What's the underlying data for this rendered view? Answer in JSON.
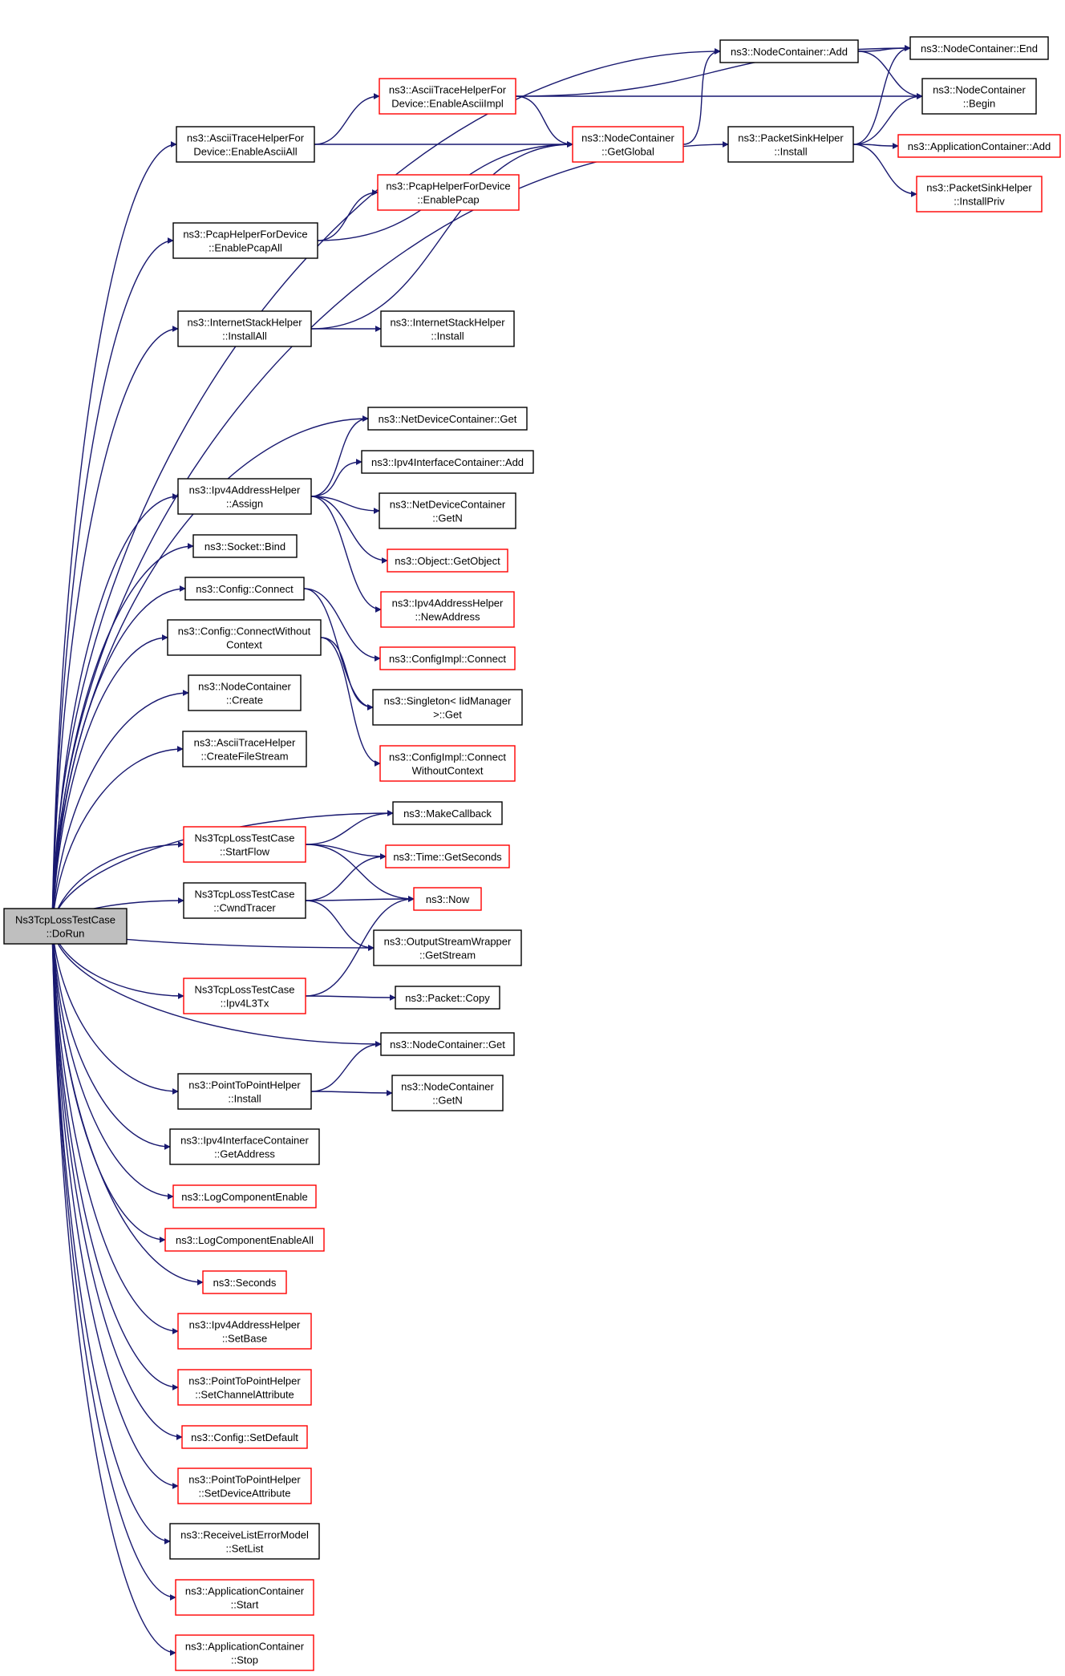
{
  "colors": {
    "edge": "#191970",
    "normal_border": "#000000",
    "red_border": "#ff0000",
    "root_fill": "#bfbfbf",
    "node_fill": "#ffffff"
  },
  "nodes": {
    "root": {
      "lines": [
        "Ns3TcpLossTestCase",
        "::DoRun"
      ],
      "style": "root"
    },
    "a_ascii_all": {
      "lines": [
        "ns3::AsciiTraceHelperFor",
        "Device::EnableAsciiAll"
      ],
      "style": "normal"
    },
    "a_pcap_all": {
      "lines": [
        "ns3::PcapHelperForDevice",
        "::EnablePcapAll"
      ],
      "style": "normal"
    },
    "a_inet_installall": {
      "lines": [
        "ns3::InternetStackHelper",
        "::InstallAll"
      ],
      "style": "normal"
    },
    "a_ipv4_assign": {
      "lines": [
        "ns3::Ipv4AddressHelper",
        "::Assign"
      ],
      "style": "normal"
    },
    "a_socket_bind": {
      "lines": [
        "ns3::Socket::Bind"
      ],
      "style": "normal"
    },
    "a_config_connect": {
      "lines": [
        "ns3::Config::Connect"
      ],
      "style": "normal"
    },
    "a_config_cwc": {
      "lines": [
        "ns3::Config::ConnectWithout",
        "Context"
      ],
      "style": "normal"
    },
    "a_nc_create": {
      "lines": [
        "ns3::NodeContainer",
        "::Create"
      ],
      "style": "normal"
    },
    "a_ascii_cfs": {
      "lines": [
        "ns3::AsciiTraceHelper",
        "::CreateFileStream"
      ],
      "style": "normal"
    },
    "a_startflow": {
      "lines": [
        "Ns3TcpLossTestCase",
        "::StartFlow"
      ],
      "style": "red"
    },
    "a_cwnd": {
      "lines": [
        "Ns3TcpLossTestCase",
        "::CwndTracer"
      ],
      "style": "normal"
    },
    "a_ipv4l3tx": {
      "lines": [
        "Ns3TcpLossTestCase",
        "::Ipv4L3Tx"
      ],
      "style": "red"
    },
    "a_p2p_install": {
      "lines": [
        "ns3::PointToPointHelper",
        "::Install"
      ],
      "style": "normal"
    },
    "a_ipv4ic_getaddr": {
      "lines": [
        "ns3::Ipv4InterfaceContainer",
        "::GetAddress"
      ],
      "style": "normal"
    },
    "a_logce": {
      "lines": [
        "ns3::LogComponentEnable"
      ],
      "style": "red"
    },
    "a_logcea": {
      "lines": [
        "ns3::LogComponentEnableAll"
      ],
      "style": "red"
    },
    "a_seconds": {
      "lines": [
        "ns3::Seconds"
      ],
      "style": "red"
    },
    "a_ipv4_setbase": {
      "lines": [
        "ns3::Ipv4AddressHelper",
        "::SetBase"
      ],
      "style": "red"
    },
    "a_p2p_setchan": {
      "lines": [
        "ns3::PointToPointHelper",
        "::SetChannelAttribute"
      ],
      "style": "red"
    },
    "a_config_setdef": {
      "lines": [
        "ns3::Config::SetDefault"
      ],
      "style": "red"
    },
    "a_p2p_setdev": {
      "lines": [
        "ns3::PointToPointHelper",
        "::SetDeviceAttribute"
      ],
      "style": "red"
    },
    "a_rlem_setlist": {
      "lines": [
        "ns3::ReceiveListErrorModel",
        "::SetList"
      ],
      "style": "normal"
    },
    "a_app_start": {
      "lines": [
        "ns3::ApplicationContainer",
        "::Start"
      ],
      "style": "red"
    },
    "a_app_stop": {
      "lines": [
        "ns3::ApplicationContainer",
        "::Stop"
      ],
      "style": "red"
    },
    "b_ascii_impl": {
      "lines": [
        "ns3::AsciiTraceHelperFor",
        "Device::EnableAsciiImpl"
      ],
      "style": "red"
    },
    "b_pcap_enable": {
      "lines": [
        "ns3::PcapHelperForDevice",
        "::EnablePcap"
      ],
      "style": "red"
    },
    "b_inet_install": {
      "lines": [
        "ns3::InternetStackHelper",
        "::Install"
      ],
      "style": "normal"
    },
    "b_ndc_get": {
      "lines": [
        "ns3::NetDeviceContainer::Get"
      ],
      "style": "normal"
    },
    "b_ipv4ic_add": {
      "lines": [
        "ns3::Ipv4InterfaceContainer::Add"
      ],
      "style": "normal"
    },
    "b_ndc_getn": {
      "lines": [
        "ns3::NetDeviceContainer",
        "::GetN"
      ],
      "style": "normal"
    },
    "b_getobject": {
      "lines": [
        "ns3::Object::GetObject"
      ],
      "style": "red"
    },
    "b_newaddr": {
      "lines": [
        "ns3::Ipv4AddressHelper",
        "::NewAddress"
      ],
      "style": "red"
    },
    "b_cfgimpl_connect": {
      "lines": [
        "ns3::ConfigImpl::Connect"
      ],
      "style": "red"
    },
    "b_singleton": {
      "lines": [
        "ns3::Singleton< IidManager",
        " >::Get"
      ],
      "style": "normal"
    },
    "b_cfgimpl_cwc": {
      "lines": [
        "ns3::ConfigImpl::Connect",
        "WithoutContext"
      ],
      "style": "red"
    },
    "b_makecb": {
      "lines": [
        "ns3::MakeCallback"
      ],
      "style": "normal"
    },
    "b_time_gs": {
      "lines": [
        "ns3::Time::GetSeconds"
      ],
      "style": "red"
    },
    "b_now": {
      "lines": [
        "ns3::Now"
      ],
      "style": "red"
    },
    "b_osw_gs": {
      "lines": [
        "ns3::OutputStreamWrapper",
        "::GetStream"
      ],
      "style": "normal"
    },
    "b_packet_copy": {
      "lines": [
        "ns3::Packet::Copy"
      ],
      "style": "normal"
    },
    "b_nc_get": {
      "lines": [
        "ns3::NodeContainer::Get"
      ],
      "style": "normal"
    },
    "b_nc_getn": {
      "lines": [
        "ns3::NodeContainer",
        "::GetN"
      ],
      "style": "normal"
    },
    "c_nc_getglobal": {
      "lines": [
        "ns3::NodeContainer",
        "::GetGlobal"
      ],
      "style": "red"
    },
    "c_nc_add": {
      "lines": [
        "ns3::NodeContainer::Add"
      ],
      "style": "normal"
    },
    "c_psh_install": {
      "lines": [
        "ns3::PacketSinkHelper",
        "::Install"
      ],
      "style": "normal"
    },
    "d_nc_end": {
      "lines": [
        "ns3::NodeContainer::End"
      ],
      "style": "normal"
    },
    "d_nc_begin": {
      "lines": [
        "ns3::NodeContainer",
        "::Begin"
      ],
      "style": "normal"
    },
    "d_app_add": {
      "lines": [
        "ns3::ApplicationContainer::Add"
      ],
      "style": "red"
    },
    "d_psh_installpriv": {
      "lines": [
        "ns3::PacketSinkHelper",
        "::InstallPriv"
      ],
      "style": "red"
    }
  },
  "edges": [
    [
      "root",
      "a_ascii_all"
    ],
    [
      "root",
      "a_pcap_all"
    ],
    [
      "root",
      "a_inet_installall"
    ],
    [
      "root",
      "a_ipv4_assign"
    ],
    [
      "root",
      "a_socket_bind"
    ],
    [
      "root",
      "a_config_connect"
    ],
    [
      "root",
      "a_config_cwc"
    ],
    [
      "root",
      "a_nc_create"
    ],
    [
      "root",
      "a_ascii_cfs"
    ],
    [
      "root",
      "a_startflow"
    ],
    [
      "root",
      "a_cwnd"
    ],
    [
      "root",
      "a_ipv4l3tx"
    ],
    [
      "root",
      "a_p2p_install"
    ],
    [
      "root",
      "a_ipv4ic_getaddr"
    ],
    [
      "root",
      "a_logce"
    ],
    [
      "root",
      "a_logcea"
    ],
    [
      "root",
      "a_seconds"
    ],
    [
      "root",
      "a_ipv4_setbase"
    ],
    [
      "root",
      "a_p2p_setchan"
    ],
    [
      "root",
      "a_config_setdef"
    ],
    [
      "root",
      "a_p2p_setdev"
    ],
    [
      "root",
      "a_rlem_setlist"
    ],
    [
      "root",
      "a_app_start"
    ],
    [
      "root",
      "a_app_stop"
    ],
    [
      "root",
      "c_nc_add"
    ],
    [
      "root",
      "c_psh_install"
    ],
    [
      "root",
      "b_ndc_get"
    ],
    [
      "root",
      "b_makecb"
    ],
    [
      "root",
      "b_osw_gs"
    ],
    [
      "root",
      "b_nc_get"
    ],
    [
      "a_ascii_all",
      "b_ascii_impl"
    ],
    [
      "a_ascii_all",
      "c_nc_getglobal"
    ],
    [
      "a_pcap_all",
      "b_pcap_enable"
    ],
    [
      "a_pcap_all",
      "c_nc_getglobal"
    ],
    [
      "a_inet_installall",
      "c_nc_getglobal"
    ],
    [
      "a_inet_installall",
      "b_inet_install"
    ],
    [
      "a_ipv4_assign",
      "b_ndc_get"
    ],
    [
      "a_ipv4_assign",
      "b_ipv4ic_add"
    ],
    [
      "a_ipv4_assign",
      "b_ndc_getn"
    ],
    [
      "a_ipv4_assign",
      "b_getobject"
    ],
    [
      "a_ipv4_assign",
      "b_newaddr"
    ],
    [
      "a_config_connect",
      "b_cfgimpl_connect"
    ],
    [
      "a_config_connect",
      "b_singleton"
    ],
    [
      "a_config_cwc",
      "b_singleton"
    ],
    [
      "a_config_cwc",
      "b_cfgimpl_cwc"
    ],
    [
      "a_startflow",
      "b_makecb"
    ],
    [
      "a_startflow",
      "b_time_gs"
    ],
    [
      "a_startflow",
      "b_now"
    ],
    [
      "a_cwnd",
      "b_time_gs"
    ],
    [
      "a_cwnd",
      "b_now"
    ],
    [
      "a_cwnd",
      "b_osw_gs"
    ],
    [
      "a_ipv4l3tx",
      "b_now"
    ],
    [
      "a_ipv4l3tx",
      "b_packet_copy"
    ],
    [
      "a_p2p_install",
      "b_nc_get"
    ],
    [
      "a_p2p_install",
      "b_nc_getn"
    ],
    [
      "b_ascii_impl",
      "c_nc_getglobal"
    ],
    [
      "b_ascii_impl",
      "d_nc_end"
    ],
    [
      "b_ascii_impl",
      "d_nc_begin"
    ],
    [
      "c_nc_getglobal",
      "c_nc_add"
    ],
    [
      "c_nc_add",
      "d_nc_end"
    ],
    [
      "c_nc_add",
      "d_nc_begin"
    ],
    [
      "c_psh_install",
      "d_nc_end"
    ],
    [
      "c_psh_install",
      "d_nc_begin"
    ],
    [
      "c_psh_install",
      "d_app_add"
    ],
    [
      "c_psh_install",
      "d_psh_installpriv"
    ]
  ]
}
